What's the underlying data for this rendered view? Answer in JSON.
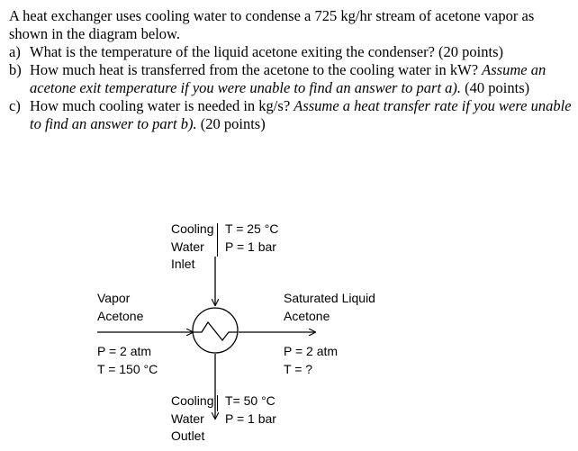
{
  "question": {
    "intro": "A heat exchanger uses cooling water to condense a 725 kg/hr stream of acetone vapor as shown in the diagram below.",
    "parts": [
      {
        "label": "a)",
        "text": "What is the temperature of the liquid acetone exiting the condenser? (20 points)",
        "italic": "",
        "tail": ""
      },
      {
        "label": "b)",
        "text": "How much heat is transferred from the acetone to the cooling water in kW? ",
        "italic": "Assume an acetone exit temperature if you were unable to find an answer to part a).",
        "tail": " (40 points)"
      },
      {
        "label": "c)",
        "text": "How much cooling water is needed in kg/s? ",
        "italic": "Assume a heat transfer rate if you were unable to find an answer to part b).",
        "tail": " (20 points)"
      }
    ]
  },
  "diagram": {
    "water_inlet": {
      "name_lines": [
        "Cooling",
        "Water",
        "Inlet"
      ],
      "conditions": [
        "T = 25 °C",
        "P = 1 bar"
      ]
    },
    "water_outlet": {
      "name_lines": [
        "Cooling",
        "Water",
        "Outlet"
      ],
      "conditions": [
        "T= 50 °C",
        "P = 1 bar"
      ]
    },
    "vapor_in": {
      "name_lines": [
        "Vapor",
        "Acetone"
      ],
      "conditions": [
        "P = 2 atm",
        "T = 150 °C"
      ]
    },
    "liquid_out": {
      "name_lines": [
        "Saturated Liquid",
        "Acetone"
      ],
      "conditions": [
        "P = 2 atm",
        "T = ?"
      ]
    }
  }
}
